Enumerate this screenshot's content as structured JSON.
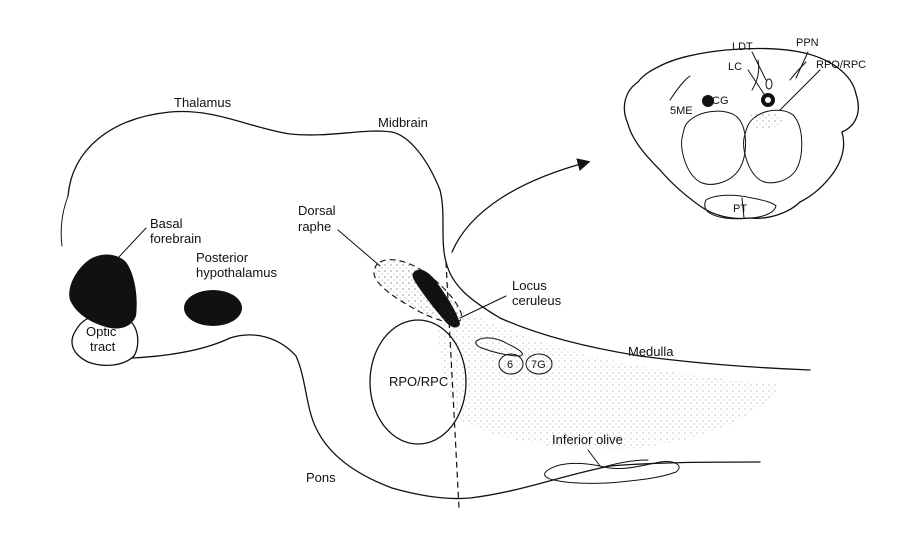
{
  "labels": {
    "thalamus": "Thalamus",
    "midbrain": "Midbrain",
    "basal_forebrain": [
      "Basal",
      "forebrain"
    ],
    "posterior_hypothalamus": [
      "Posterior",
      "hypothalamus"
    ],
    "optic_tract": [
      "Optic",
      "tract"
    ],
    "dorsal_raphe": [
      "Dorsal",
      "raphe"
    ],
    "locus_ceruleus": [
      "Locus",
      "ceruleus"
    ],
    "medulla": "Medulla",
    "nucleus_6": "6",
    "nucleus_7g": "7G",
    "rpo_rpc": "RPO/RPC",
    "inferior_olive": "Inferior olive",
    "pons": "Pons"
  },
  "inset": {
    "ldt": "LDT",
    "ppn": "PPN",
    "lc": "LC",
    "rpo_rpc": "RPO/RPC",
    "cg": "CG",
    "5me": "5ME",
    "pt": "PT"
  },
  "colors": {
    "ink": "#111111",
    "fill_dark": "#111111",
    "background": "#ffffff"
  }
}
